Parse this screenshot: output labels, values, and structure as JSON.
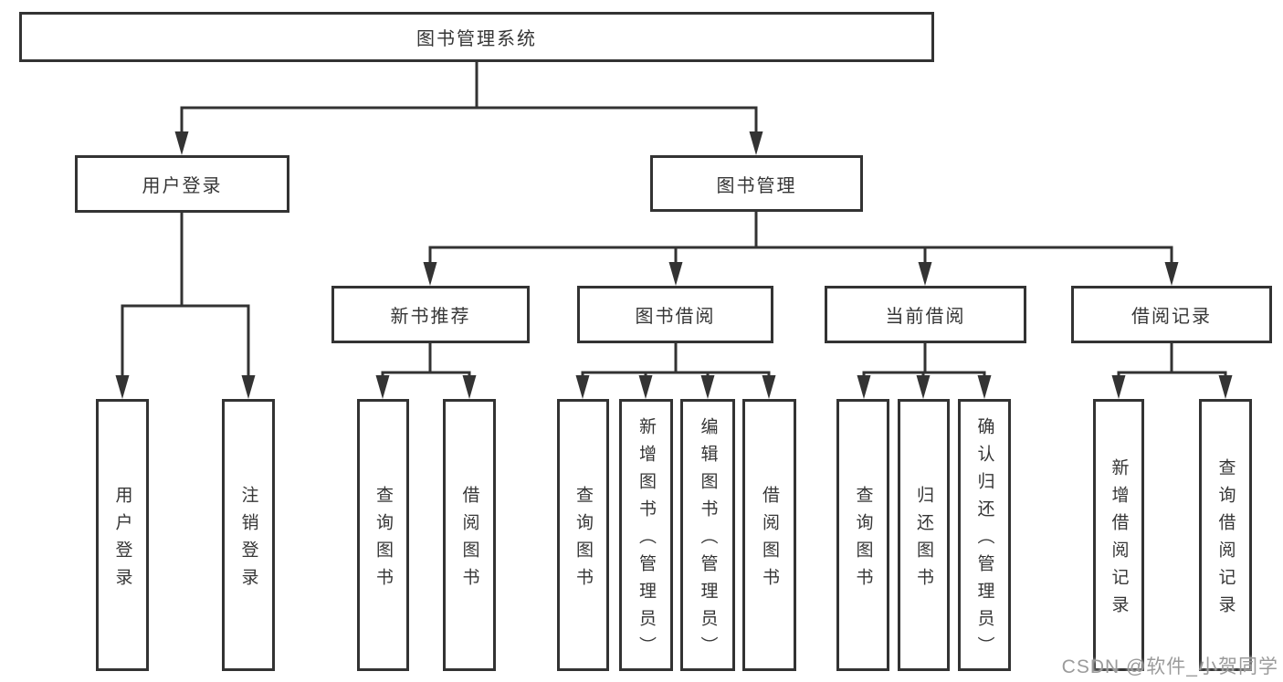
{
  "colors": {
    "background": "#ffffff",
    "line": "#333333",
    "box_border": "#333333",
    "text": "#363636",
    "watermark": "#9b9b9b"
  },
  "watermark": {
    "text": "CSDN @软件_小贺同学"
  },
  "diagram": {
    "type": "hierarchy-tree",
    "root": {
      "label": "图书管理系统",
      "children": [
        {
          "label": "用户登录",
          "children": [
            {
              "label": "用户登录"
            },
            {
              "label": "注销登录"
            }
          ]
        },
        {
          "label": "图书管理",
          "children": [
            {
              "label": "新书推荐",
              "children": [
                {
                  "label": "查询图书"
                },
                {
                  "label": "借阅图书"
                }
              ]
            },
            {
              "label": "图书借阅",
              "children": [
                {
                  "label": "查询图书"
                },
                {
                  "label": "新增图书（管理员）"
                },
                {
                  "label": "编辑图书（管理员）"
                },
                {
                  "label": "借阅图书"
                }
              ]
            },
            {
              "label": "当前借阅",
              "children": [
                {
                  "label": "查询图书"
                },
                {
                  "label": "归还图书"
                },
                {
                  "label": "确认归还（管理员）"
                }
              ]
            },
            {
              "label": "借阅记录",
              "children": [
                {
                  "label": "新增借阅记录"
                },
                {
                  "label": "查询借阅记录"
                }
              ]
            }
          ]
        }
      ]
    }
  }
}
